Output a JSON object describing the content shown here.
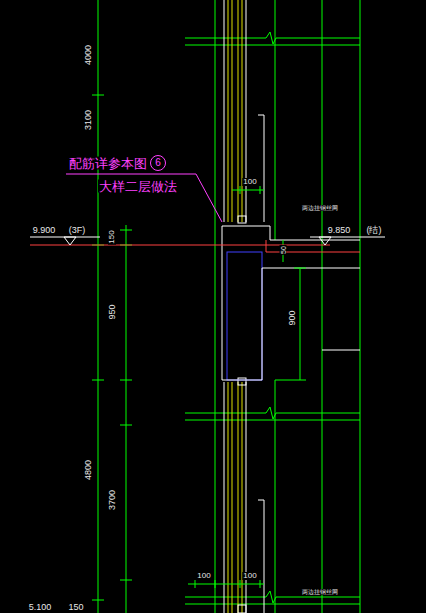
{
  "diagram": {
    "nodes": [
      {
        "text": [
          "6"
        ]
      }
    ],
    "labels": [
      "4000",
      "3100",
      "配筋详参本图",
      "大样二层做法",
      "100",
      "9.900",
      "(3F)",
      "150",
      "9.850",
      "(结)",
      "50",
      "两边挂钢丝网",
      "950",
      "900",
      "4800",
      "3700",
      "100",
      "100",
      "两边挂钢丝网",
      "5.100",
      "150"
    ]
  }
}
